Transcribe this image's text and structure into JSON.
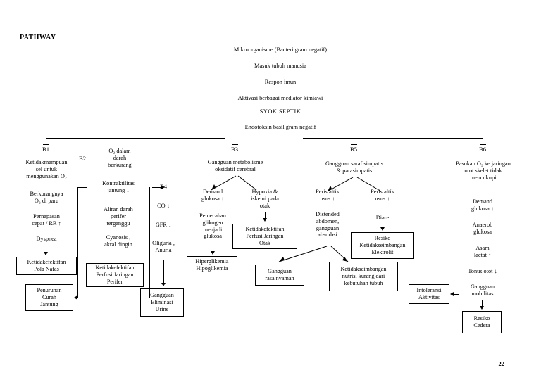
{
  "document": {
    "title": "PATHWAY",
    "page_number": "22"
  },
  "cascade": [
    {
      "id": "c1",
      "text": "Mikroorganisme (Bacteri gram negatif)"
    },
    {
      "id": "c2",
      "text": "Masuk tubuh manusia"
    },
    {
      "id": "c3",
      "text": "Respon imun"
    },
    {
      "id": "c4",
      "text": "Aktivasi berbagai mediator kimiawi"
    },
    {
      "id": "c5",
      "text": "SYOK SEPTIK"
    },
    {
      "id": "c6",
      "text": "Endotoksin basil gram negatif"
    }
  ],
  "branch_labels": {
    "b1": "B1",
    "b2": "B2",
    "b3": "B3",
    "b4": "B4",
    "b5": "B5",
    "b6": "B6"
  },
  "b1": {
    "n1": "Ketidakmampuan\nsel untuk\nmenggunakan O₂",
    "n2": "Berkurangnya\nO₂ di paru",
    "n3": "Pernapasan\ncepat / RR ↑",
    "n4": "Dyspnea",
    "box1": "Ketidakefektifan\nPola Nafas",
    "box2": "Penurunan\nCurah\nJantung"
  },
  "b2": {
    "n1": "O₂ dalam\ndarah\nberkurang",
    "n2": "Kontraktilitas\njantung ↓",
    "n3": "Aliran darah\nperifer\nterganggu",
    "n4": "Cyanosis ,\nakral dingin",
    "box1": "Ketidakefektifan\nPerfusi Jaringan\nPerifer"
  },
  "b4": {
    "n1": "CO ↓",
    "n2": "GFR ↓",
    "n3": "Oliguria ,\nAnuria",
    "box1": "Gangguan\nEliminasi\nUrine"
  },
  "b3": {
    "n1": "Gangguan metabolisme\noksidatif cerebral",
    "left1": "Demand\nglukosa ↑",
    "left2": "Pemecahan\nglikogen\nmenjadi\nglukosa",
    "leftbox": "Hiperglikemia\nHipoglikemia",
    "right1": "Hypoxia &\niskemi pada\notak",
    "rightbox": "Ketidakefektifan\nPerfusi Jaringan\nOtak"
  },
  "b5": {
    "n1": "Gangguan saraf simpatis\n& parasimpatis",
    "left1": "Peristaltik\nusus ↓",
    "left2": "Distended\nabdomen,\ngangguan\nabsorbsi",
    "leftbox": "Gangguan\nrasa nyaman",
    "midbox": "Ketidakseimbangan\nnutrisi kurang dari\nkebutuhan tubuh",
    "right1": "Peristaltik\nusus ↓",
    "right2": "Diare",
    "rightbox": "Resiko\nKetidakseimbangan\nElektrolit"
  },
  "b6": {
    "n1": "Pasokan O₂ ke jaringan\notot skelet tidak\nmencukupi",
    "n2": "Demand\nglukosa ↑",
    "n3": "Anaerob\nglukosa",
    "n4": "Asam\nlactat ↑",
    "n5": "Tonus otot ↓",
    "n6": "Gangguan\nmobilitas",
    "box1": "Resiko\nCedera",
    "box2": "Intoleransi\nAktivitas"
  },
  "colors": {
    "ink": "#000000",
    "paper": "#ffffff"
  }
}
